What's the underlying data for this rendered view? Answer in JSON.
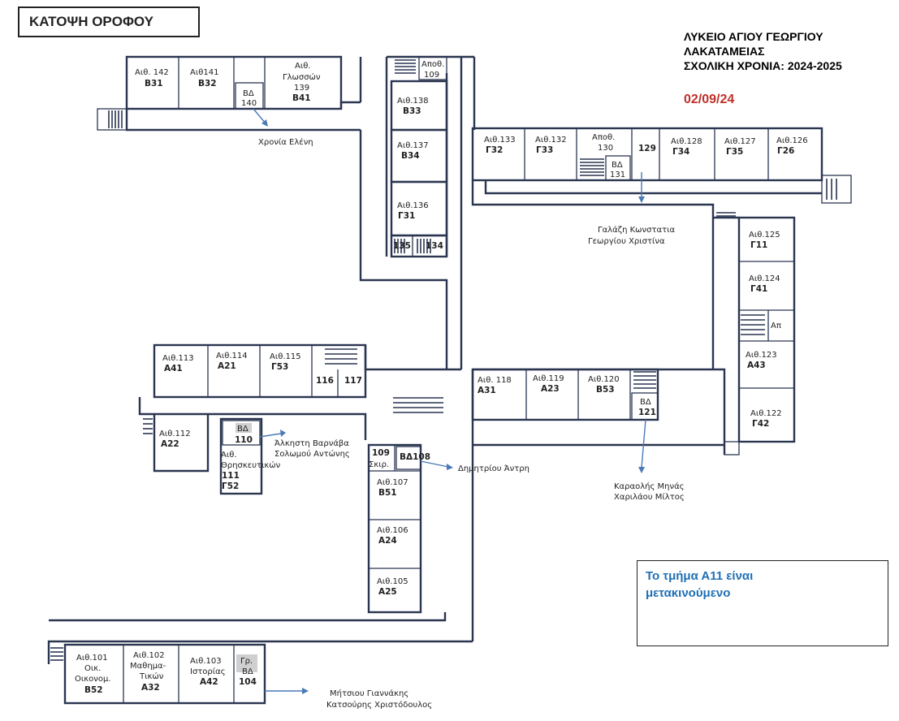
{
  "header": {
    "plan_title": "ΚΑΤΟΨΗ ΟΡΟΦΟΥ",
    "school_line1": "ΛΥΚΕΙΟ ΑΓΙΟΥ ΓΕΩΡΓΙΟΥ",
    "school_line2": "ΛΑΚΑΤΑΜΕΙΑΣ",
    "school_line3": "ΣΧΟΛΙΚΗ ΧΡΟΝΙΑ: 2024-2025",
    "date": "02/09/24"
  },
  "note": {
    "line1": "Το τμήμα Α11 είναι",
    "line2": "μετακινούμενο"
  },
  "rooms": {
    "r142": {
      "l1": "Αιθ. 142",
      "code": "Β31"
    },
    "r141": {
      "l1": "Αιθ141",
      "code": "Β32"
    },
    "r140": {
      "l1": "ΒΔ",
      "l2": "140"
    },
    "r139": {
      "l1": "Αιθ.",
      "l2": "Γλωσσών",
      "l3": "139",
      "code": "Β41"
    },
    "r109a": {
      "l1": "Αποθ.",
      "l2": "109"
    },
    "r138": {
      "l1": "Αιθ.138",
      "code": "Β33"
    },
    "r137": {
      "l1": "Αιθ.137",
      "code": "Β34"
    },
    "r136": {
      "l1": "Αιθ.136",
      "code": "Γ31"
    },
    "r135": {
      "l1": "135"
    },
    "r134": {
      "l1": "134"
    },
    "r133": {
      "l1": "Αιθ.133",
      "code": "Γ32"
    },
    "r132": {
      "l1": "Αιθ.132",
      "code": "Γ33"
    },
    "r130": {
      "l1": "Αποθ.",
      "l2": "130"
    },
    "r131": {
      "l1": "ΒΔ",
      "l2": "131"
    },
    "r129": {
      "l1": "129"
    },
    "r128": {
      "l1": "Αιθ.128",
      "code": "Γ34"
    },
    "r127": {
      "l1": "Αιθ.127",
      "code": "Γ35"
    },
    "r126": {
      "l1": "Αιθ.126",
      "code": "Γ26"
    },
    "r125": {
      "l1": "Αιθ.125",
      "code": "Γ11"
    },
    "r124": {
      "l1": "Αιθ.124",
      "code": "Γ41"
    },
    "rAp": {
      "l1": "Απ"
    },
    "r123": {
      "l1": "Αιθ.123",
      "code": "Α43"
    },
    "r122": {
      "l1": "Αιθ.122",
      "code": "Γ42"
    },
    "r118": {
      "l1": "Αιθ. 118",
      "code": "Α31"
    },
    "r119": {
      "l1": "Αιθ.119",
      "code": "Α23"
    },
    "r120": {
      "l1": "Αιθ.120",
      "code": "Β53"
    },
    "r121": {
      "l1": "ΒΔ",
      "l2": "121"
    },
    "r113": {
      "l1": "Αιθ.113",
      "code": "Α41"
    },
    "r114": {
      "l1": "Αιθ.114",
      "code": "Α21"
    },
    "r115": {
      "l1": "Αιθ.115",
      "code": "Γ53"
    },
    "r116": {
      "l1": "116"
    },
    "r117": {
      "l1": "117"
    },
    "r112": {
      "l1": "Αιθ.112",
      "code": "Α22"
    },
    "r110": {
      "l1": "ΒΔ",
      "l2": "110"
    },
    "r111": {
      "l1": "Αιθ.",
      "l2": "Θρησκευτικών",
      "l3": "111",
      "code": "Γ52"
    },
    "r109": {
      "l1": "109",
      "l2": "Σκιρ."
    },
    "r108": {
      "l1": "ΒΔ108"
    },
    "r107": {
      "l1": "Αιθ.107",
      "code": "Β51"
    },
    "r106": {
      "l1": "Αιθ.106",
      "code": "Α24"
    },
    "r105": {
      "l1": "Αιθ.105",
      "code": "Α25"
    },
    "r101": {
      "l1": "Αιθ.101",
      "l2": "Οικ.",
      "l3": "Οικονομ.",
      "code": "Β52"
    },
    "r102": {
      "l1": "Αιθ.102",
      "l2": "Μαθημα-",
      "l3": "Τικών",
      "code": "Α32"
    },
    "r103": {
      "l1": "Αιθ.103",
      "l2": "Ιστορίας",
      "code": "Α42"
    },
    "r104": {
      "l1": "Γρ.",
      "l2": "ΒΔ",
      "l3": "104"
    }
  },
  "duty": {
    "d140": "Χρονία Ελένη",
    "d131_1": "Γαλάζη Κωνστατια",
    "d131_2": "Γεωργίου Χριστίνα",
    "d110_1": "Άλκηστη Βαρνάβα",
    "d110_2": "Σολωμού Αντώνης",
    "d108": "Δημητρίου Άντρη",
    "d121_1": "Καραολής Μηνάς",
    "d121_2": "Χαριλάου Μίλτος",
    "d104_1": "Μήτσιου Γιαννάκης",
    "d104_2": "Κατσούρης Χριστόδουλος"
  },
  "colors": {
    "walls": "#2a3550",
    "arrows": "#4a79b8",
    "date": "#c0302a",
    "note": "#1f6fb5"
  }
}
